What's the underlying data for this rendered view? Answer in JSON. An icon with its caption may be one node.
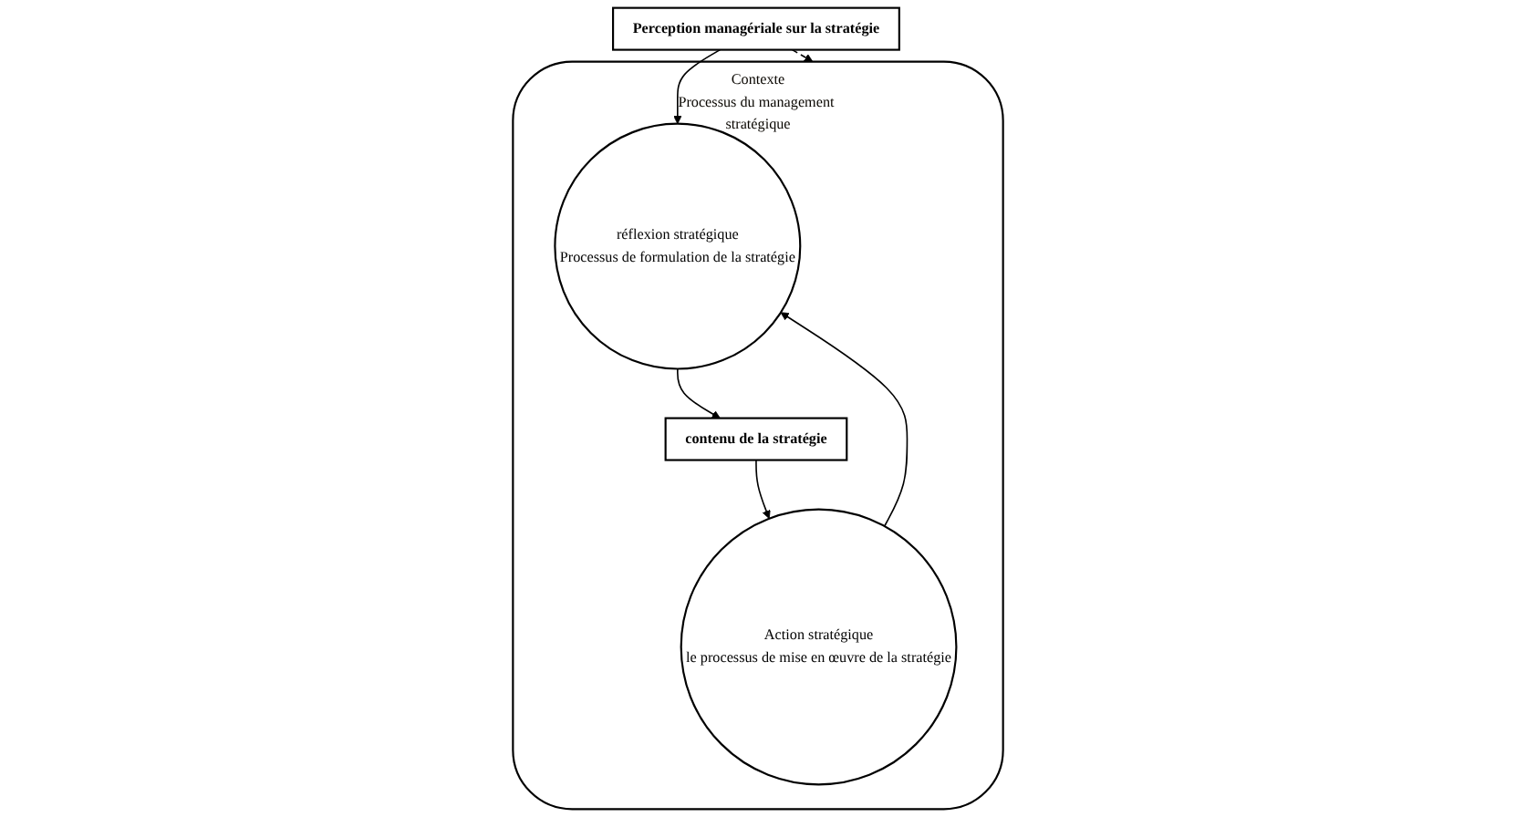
{
  "diagram": {
    "nodes": [
      {
        "text": [
          "Perception managériale sur la stratégie"
        ]
      },
      {
        "text": [
          "Contexte",
          "Processus du management stratégique"
        ]
      },
      {
        "text": [
          "contenu de la stratégie"
        ],
        "in": 1
      },
      {
        "text": [
          "réflexion stratégique",
          "Processus de formulation de la stratégie"
        ],
        "in": 1
      },
      {
        "text": [
          "Action stratégique",
          "le processus de mise en œuvre de la stratégie"
        ],
        "in": 1
      }
    ],
    "edges": [
      {
        "from": 0,
        "to": 3,
        "arrow": "to"
      },
      {
        "from": 0,
        "to": 1,
        "arrow": "to",
        "style": "dashed"
      },
      {
        "from": 3,
        "to": 2,
        "arrow": "to"
      },
      {
        "from": 2,
        "to": 4,
        "arrow": "to"
      },
      {
        "from": 4,
        "to": 3,
        "arrow": "to"
      }
    ]
  }
}
